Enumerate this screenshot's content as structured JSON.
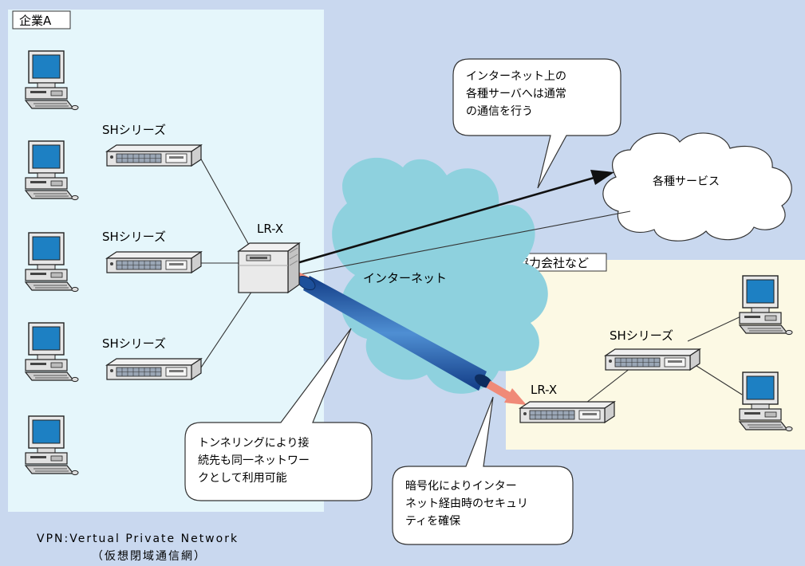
{
  "zones": {
    "company_a": {
      "label": "企業A"
    },
    "partner": {
      "label": "協力会社など"
    }
  },
  "devices": {
    "sh_label": "SHシリーズ",
    "lrx_label": "LR-X"
  },
  "clouds": {
    "internet": "インターネット",
    "services": "各種サービス"
  },
  "callouts": {
    "internet_access": [
      "インターネット上の",
      "各種サーバへは通常",
      "の通信を行う"
    ],
    "tunneling": [
      "トンネリングにより接",
      "続先も同一ネットワー",
      "クとして利用可能"
    ],
    "encryption": [
      "暗号化によりインター",
      "ネット経由時のセキュリ",
      "ティを確保"
    ]
  },
  "footer": {
    "vpn": "VPN:Vertual Private Network",
    "jp": "（仮想閉域通信網）"
  },
  "colors": {
    "background": "#c9d8ef",
    "company_zone": "#e5f6fb",
    "partner_zone": "#fcf9e4",
    "internet_cloud": "#8ed1de",
    "tunnel": "#2f6fb6",
    "tunnel_ends": "#f08a78"
  },
  "icons": [
    "pc-icon",
    "switch-icon",
    "router-icon"
  ]
}
